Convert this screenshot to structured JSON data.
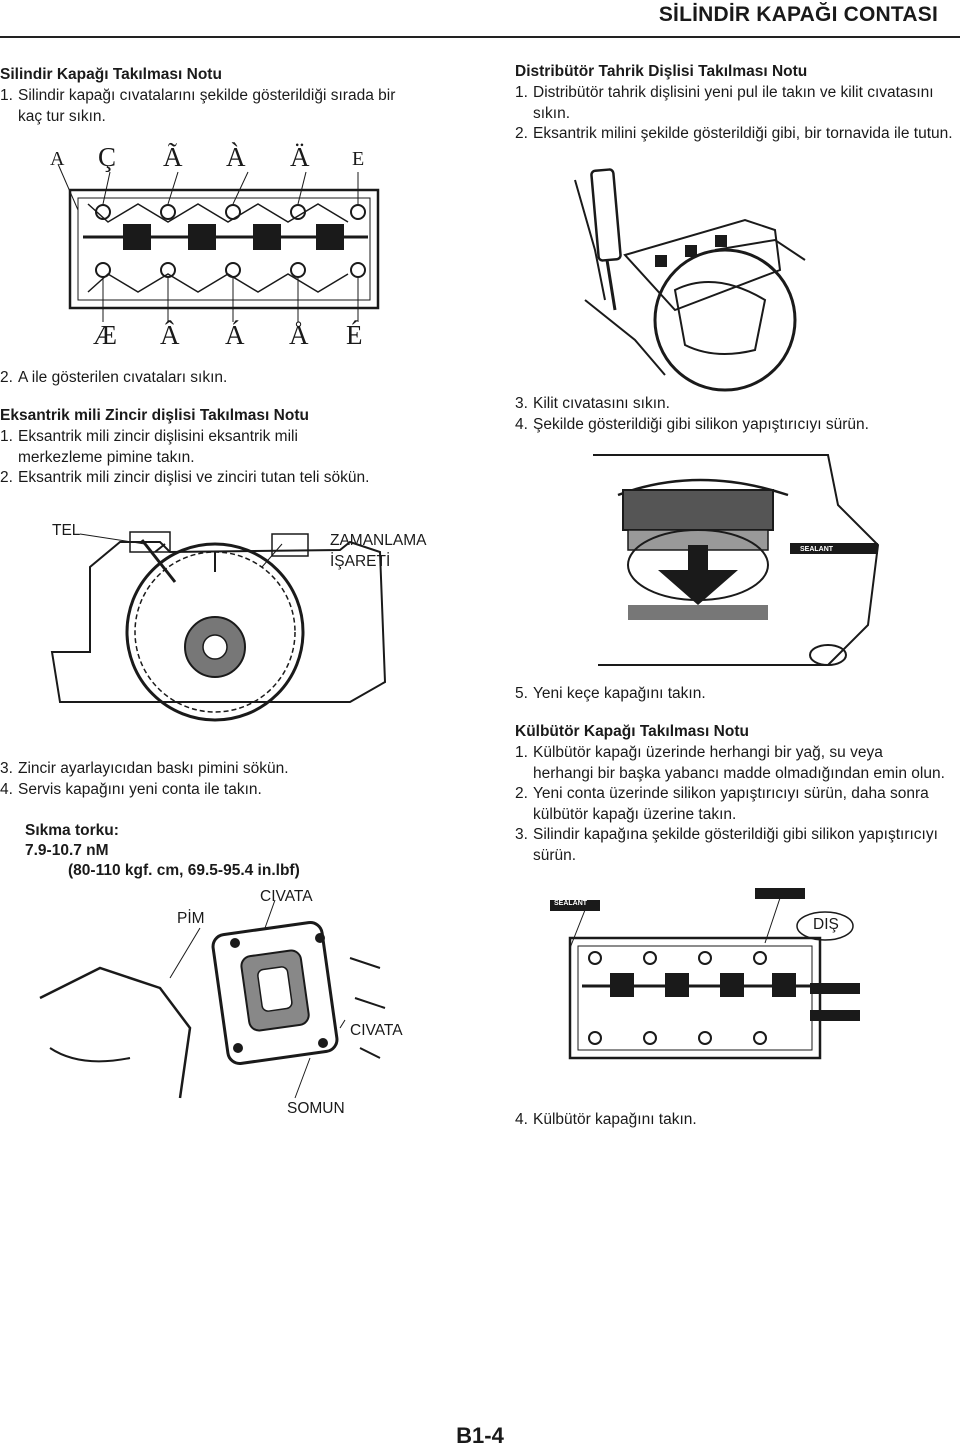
{
  "header": {
    "title": "SİLİNDİR KAPAĞI CONTASI"
  },
  "left": {
    "s1": {
      "heading": "Silindir Kapağı Takılması Notu",
      "items": [
        {
          "num": "1.",
          "text": "Silindir kapağı cıvatalarını şekilde gösterildiği sırada bir kaç tur sıkın."
        }
      ],
      "fig_top_labels": [
        "A",
        "Ç",
        "Ã",
        "À",
        "Ä",
        "E"
      ],
      "fig_bottom_labels": [
        "Æ",
        "Â",
        "Á",
        "Å",
        "É"
      ],
      "after": {
        "num": "2.",
        "text": "A ile gösterilen cıvataları sıkın."
      }
    },
    "s2": {
      "heading": "Eksantrik mili Zincir dişlisi Takılması Notu",
      "items": [
        {
          "num": "1.",
          "text": "Eksantrik mili zincir dişlisini eksantrik mili merkezleme pimine takın."
        },
        {
          "num": "2.",
          "text": "Eksantrik mili zincir dişlisi ve zinciri tutan teli sökün."
        }
      ],
      "fig_labels": {
        "tel": "TEL",
        "timing1": "ZAMANLAMA",
        "timing2": "İŞARETİ"
      }
    },
    "s3": {
      "items": [
        {
          "num": "3.",
          "text": "Zincir ayarlayıcıdan baskı pimini sökün."
        },
        {
          "num": "4.",
          "text": "Servis kapağını yeni conta ile takın."
        }
      ],
      "torque": {
        "label": "Sıkma torku:",
        "value": "7.9-10.7 nM",
        "alt": "(80-110 kgf. cm, 69.5-95.4 in.lbf)"
      },
      "fig_labels": {
        "civata_top": "CIVATA",
        "pim": "PİM",
        "civata_bottom": "CIVATA",
        "somun": "SOMUN"
      }
    }
  },
  "right": {
    "s1": {
      "heading": "Distribütör Tahrik Dişlisi Takılması Notu",
      "items": [
        {
          "num": "1.",
          "text": "Distribütör tahrik dişlisini yeni pul ile takın ve kilit cıvatasını sıkın."
        },
        {
          "num": "2.",
          "text": "Eksantrik milini şekilde gösterildiği gibi, bir tornavida ile tutun."
        }
      ]
    },
    "s2": {
      "items": [
        {
          "num": "3.",
          "text": "Kilit cıvatasını sıkın."
        },
        {
          "num": "4.",
          "text": "Şekilde gösterildiği gibi silikon yapıştırıcıyı sürün."
        }
      ],
      "fig_labels": {
        "sealant": "SEALANT"
      },
      "after": {
        "num": "5.",
        "text": "Yeni keçe kapağını takın."
      }
    },
    "s3": {
      "heading": "Külbütör Kapağı Takılması Notu",
      "items": [
        {
          "num": "1.",
          "text": "Külbütör kapağı üzerinde herhangi bir yağ, su veya herhangi bir başka yabancı madde olmadığından emin olun."
        },
        {
          "num": "2.",
          "text": "Yeni conta üzerinde silikon yapıştırıcıyı sürün, daha sonra külbütör kapağı üzerine takın."
        },
        {
          "num": "3.",
          "text": "Silindir kapağına şekilde gösterildiği gibi silikon yapıştırıcıyı sürün."
        }
      ],
      "fig_labels": {
        "dis": "DIŞ",
        "sealant": "SEALANT"
      },
      "after": {
        "num": "4.",
        "text": "Külbütör kapağını takın."
      }
    }
  },
  "footer": {
    "page": "B1-4"
  }
}
